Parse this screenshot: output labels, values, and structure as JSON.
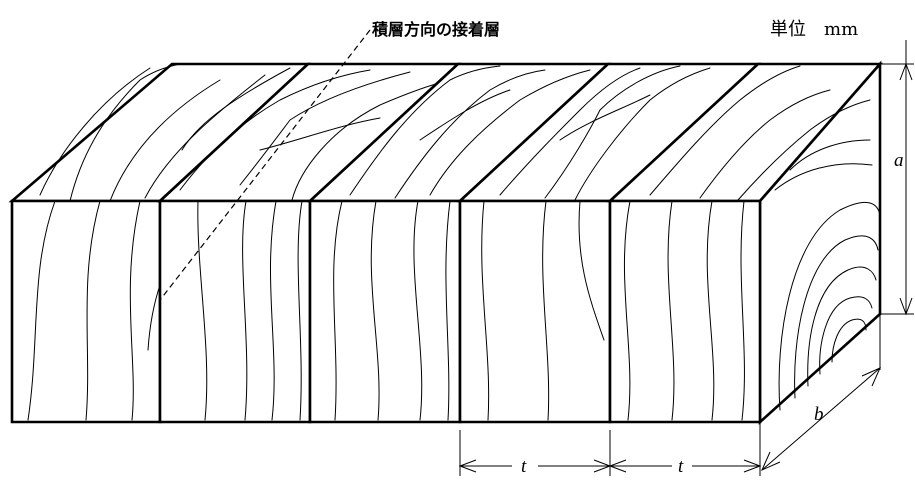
{
  "labels": {
    "glue_layer": "積層方向の接着層",
    "unit": "単位　mm",
    "dim_a": "a",
    "dim_b": "b",
    "dim_t1": "t",
    "dim_t2": "t"
  }
}
